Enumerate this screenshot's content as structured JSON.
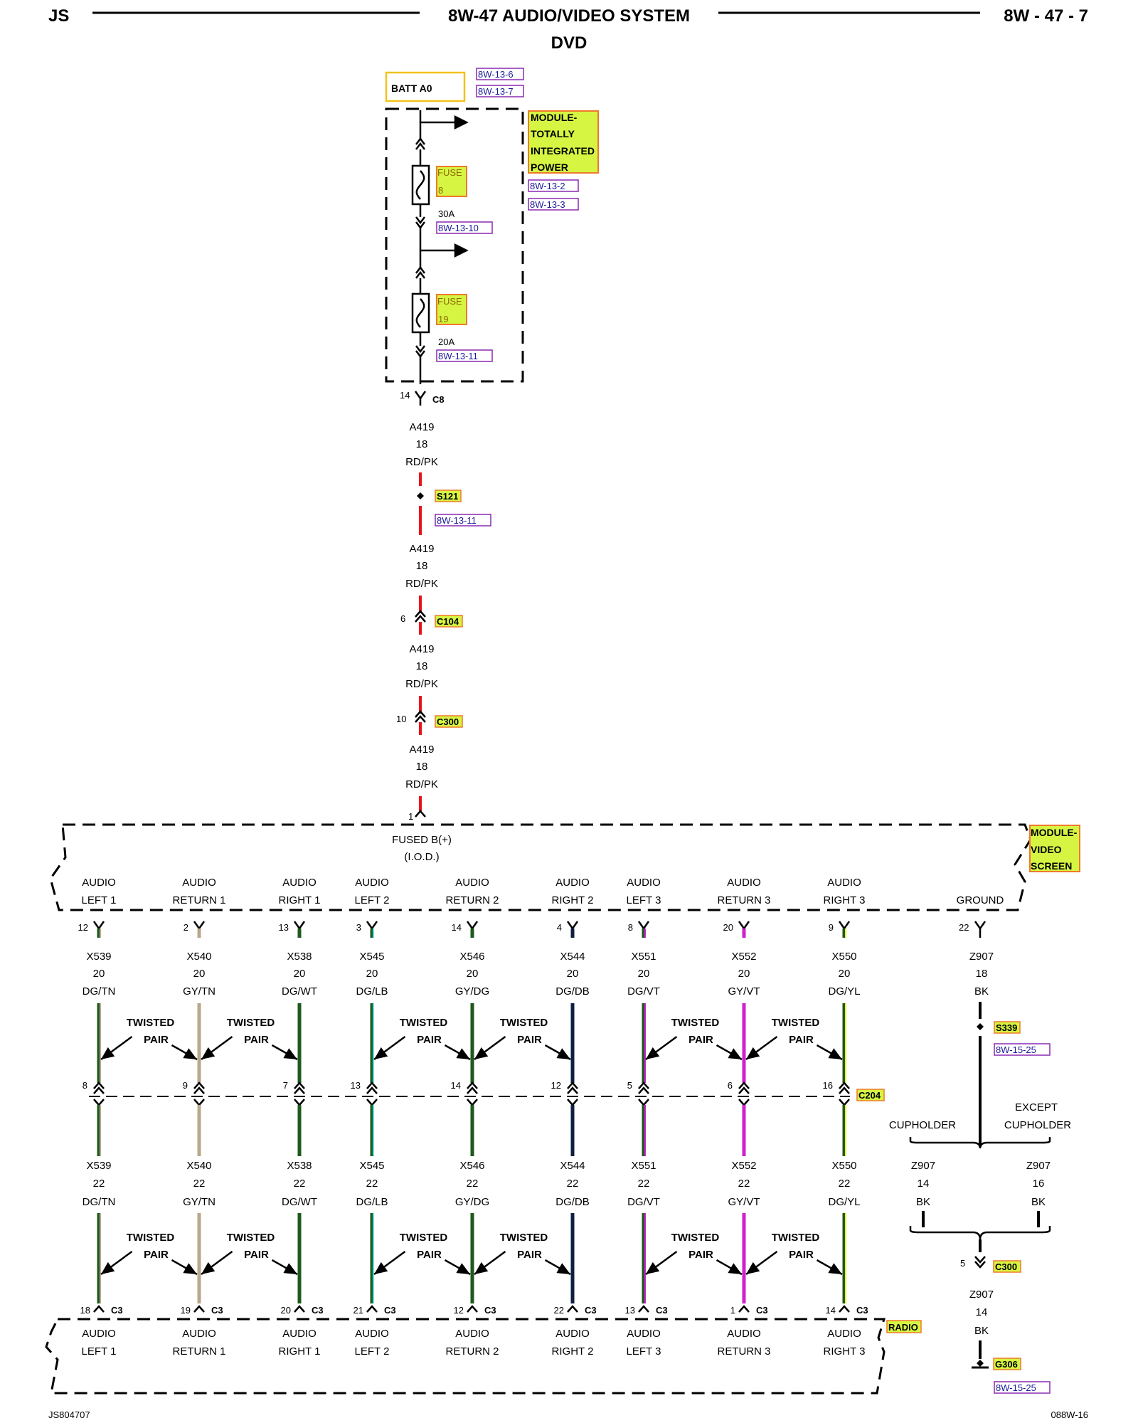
{
  "header": {
    "left": "JS",
    "title": "8W-47 AUDIO/VIDEO SYSTEM",
    "subtitle": "DVD",
    "right": "8W - 47 - 7"
  },
  "footer": {
    "left": "JS804707",
    "right": "088W-16"
  },
  "colors": {
    "red": "#e8141c",
    "dg": "#1e5a1e",
    "tn": "#b8a88a",
    "lb": "#50e0e0",
    "db": "#102040",
    "vt": "#d020d0",
    "yl": "#e8ec30",
    "bk": "#000000",
    "ref": "#8a2ab0",
    "highlight_green": "#d6f542",
    "highlight_orange": "#ef7a2a"
  },
  "batt": {
    "label": "BATT A0",
    "refs": [
      "8W-13-6",
      "8W-13-7"
    ]
  },
  "tipm": {
    "label": [
      "MODULE-",
      "TOTALLY",
      "INTEGRATED",
      "POWER"
    ],
    "refs": [
      "8W-13-2",
      "8W-13-3"
    ],
    "fuses": [
      {
        "name": "FUSE",
        "num": "8",
        "rating": "30A",
        "ref": "8W-13-10"
      },
      {
        "name": "FUSE",
        "num": "19",
        "rating": "20A",
        "ref": "8W-13-11"
      }
    ]
  },
  "feed": {
    "c8": {
      "pin": "14",
      "name": "C8"
    },
    "wire": {
      "circuit": "A419",
      "gauge": "18",
      "color": "RD/PK"
    },
    "splice": {
      "name": "S121",
      "ref": "8W-13-11"
    },
    "c104": {
      "pin": "6",
      "name": "C104"
    },
    "c300": {
      "pin": "10",
      "name": "C300"
    },
    "screen_pin": "1"
  },
  "video_screen": {
    "label": [
      "MODULE-",
      "VIDEO",
      "SCREEN"
    ],
    "fused": [
      "FUSED B(+)",
      "(I.O.D.)"
    ],
    "ground_label": "GROUND"
  },
  "channels": [
    {
      "l1": "AUDIO",
      "l2": "LEFT 1",
      "top_pin": "12",
      "circuit": "X539",
      "g_top": "20",
      "g_bot": "22",
      "color": "DG/TN",
      "c204_pin": "8",
      "c3_pin": "18",
      "wire": "dg",
      "stripe": "tn"
    },
    {
      "l1": "AUDIO",
      "l2": "RETURN 1",
      "top_pin": "2",
      "circuit": "X540",
      "g_top": "20",
      "g_bot": "22",
      "color": "GY/TN",
      "c204_pin": "9",
      "c3_pin": "19",
      "wire": "tn",
      "stripe": "tn"
    },
    {
      "l1": "AUDIO",
      "l2": "RIGHT 1",
      "top_pin": "13",
      "circuit": "X538",
      "g_top": "20",
      "g_bot": "22",
      "color": "DG/WT",
      "c204_pin": "7",
      "c3_pin": "20",
      "wire": "dg",
      "stripe": "dg"
    },
    {
      "l1": "AUDIO",
      "l2": "LEFT 2",
      "top_pin": "3",
      "circuit": "X545",
      "g_top": "20",
      "g_bot": "22",
      "color": "DG/LB",
      "c204_pin": "13",
      "c3_pin": "21",
      "wire": "dg",
      "stripe": "lb"
    },
    {
      "l1": "AUDIO",
      "l2": "RETURN 2",
      "top_pin": "14",
      "circuit": "X546",
      "g_top": "20",
      "g_bot": "22",
      "color": "GY/DG",
      "c204_pin": "14",
      "c3_pin": "12",
      "wire": "dg",
      "stripe": "dg"
    },
    {
      "l1": "AUDIO",
      "l2": "RIGHT 2",
      "top_pin": "4",
      "circuit": "X544",
      "g_top": "20",
      "g_bot": "22",
      "color": "DG/DB",
      "c204_pin": "12",
      "c3_pin": "22",
      "wire": "db",
      "stripe": "db"
    },
    {
      "l1": "AUDIO",
      "l2": "LEFT 3",
      "top_pin": "8",
      "circuit": "X551",
      "g_top": "20",
      "g_bot": "22",
      "color": "DG/VT",
      "c204_pin": "5",
      "c3_pin": "13",
      "wire": "dg",
      "stripe": "vt"
    },
    {
      "l1": "AUDIO",
      "l2": "RETURN 3",
      "top_pin": "20",
      "circuit": "X552",
      "g_top": "20",
      "g_bot": "22",
      "color": "GY/VT",
      "c204_pin": "6",
      "c3_pin": "1",
      "wire": "vt",
      "stripe": "vt"
    },
    {
      "l1": "AUDIO",
      "l2": "RIGHT 3",
      "top_pin": "9",
      "circuit": "X550",
      "g_top": "20",
      "g_bot": "22",
      "color": "DG/YL",
      "c204_pin": "16",
      "c3_pin": "14",
      "wire": "dg",
      "stripe": "yl"
    }
  ],
  "twisted": {
    "l1": "TWISTED",
    "l2": "PAIR"
  },
  "c204": "C204",
  "c3": "C3",
  "radio": "RADIO",
  "ground_path": {
    "top_pin": "22",
    "wire": {
      "circuit": "Z907",
      "gauge": "18",
      "color": "BK"
    },
    "splice": {
      "name": "S339",
      "ref": "8W-15-25"
    },
    "branches": [
      {
        "label": "CUPHOLDER",
        "circuit": "Z907",
        "gauge": "14",
        "color": "BK"
      },
      {
        "label": "EXCEPT\nCUPHOLDER",
        "circuit": "Z907",
        "gauge": "16",
        "color": "BK"
      }
    ],
    "c300": {
      "pin": "5",
      "name": "C300"
    },
    "lower_wire": {
      "circuit": "Z907",
      "gauge": "14",
      "color": "BK"
    },
    "ground": {
      "name": "G306",
      "ref": "8W-15-25"
    }
  }
}
